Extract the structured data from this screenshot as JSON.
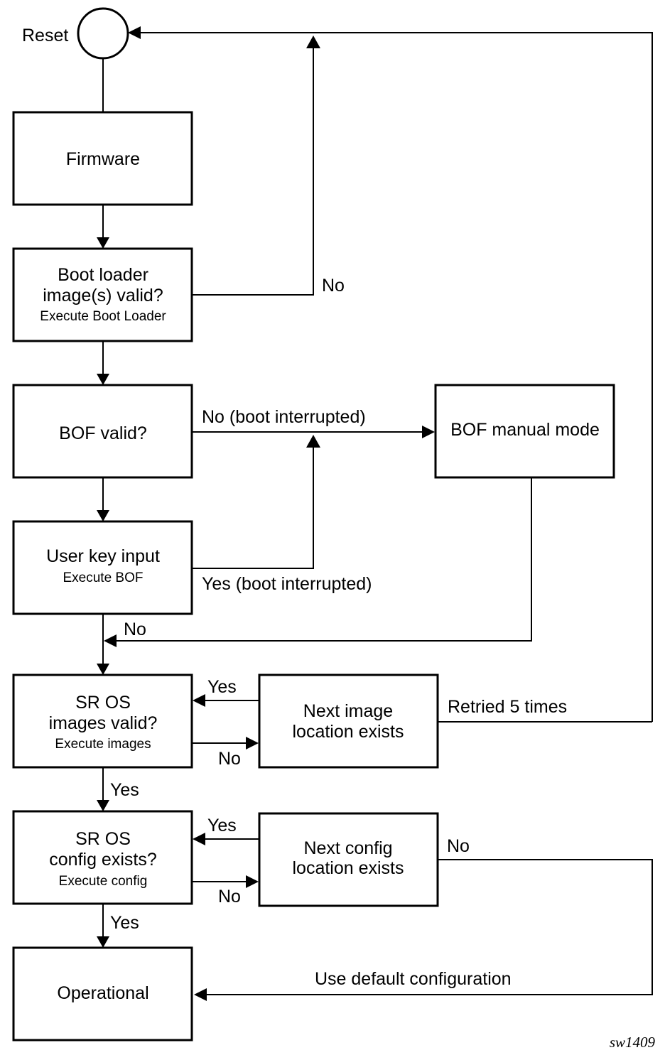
{
  "nodes": {
    "reset": {
      "label": "Reset"
    },
    "firmware": {
      "label": "Firmware"
    },
    "boot_loader": {
      "line1": "Boot loader",
      "line2": "image(s) valid?",
      "sub": "Execute Boot Loader"
    },
    "bof_valid": {
      "label": "BOF valid?"
    },
    "user_key": {
      "line1": "User key input",
      "sub": "Execute BOF"
    },
    "bof_manual": {
      "label": "BOF manual mode"
    },
    "sros_images": {
      "line1": "SR OS",
      "line2": "images valid?",
      "sub": "Execute images"
    },
    "next_image": {
      "line1": "Next image",
      "line2": "location exists"
    },
    "sros_config": {
      "line1": "SR OS",
      "line2": "config exists?",
      "sub": "Execute config"
    },
    "next_config": {
      "line1": "Next config",
      "line2": "location exists"
    },
    "operational": {
      "label": "Operational"
    }
  },
  "edges": {
    "boot_no": "No",
    "bof_no_interrupted": "No (boot interrupted)",
    "userkey_yes_interrupted": "Yes (boot interrupted)",
    "userkey_no": "No",
    "images_yes_return": "Yes",
    "images_no": "No",
    "retried": "Retried 5 times",
    "images_yes": "Yes",
    "config_yes_return": "Yes",
    "config_no": "No",
    "nextconfig_no": "No",
    "config_yes": "Yes",
    "default_config": "Use default configuration"
  },
  "figure_id": "sw1409"
}
